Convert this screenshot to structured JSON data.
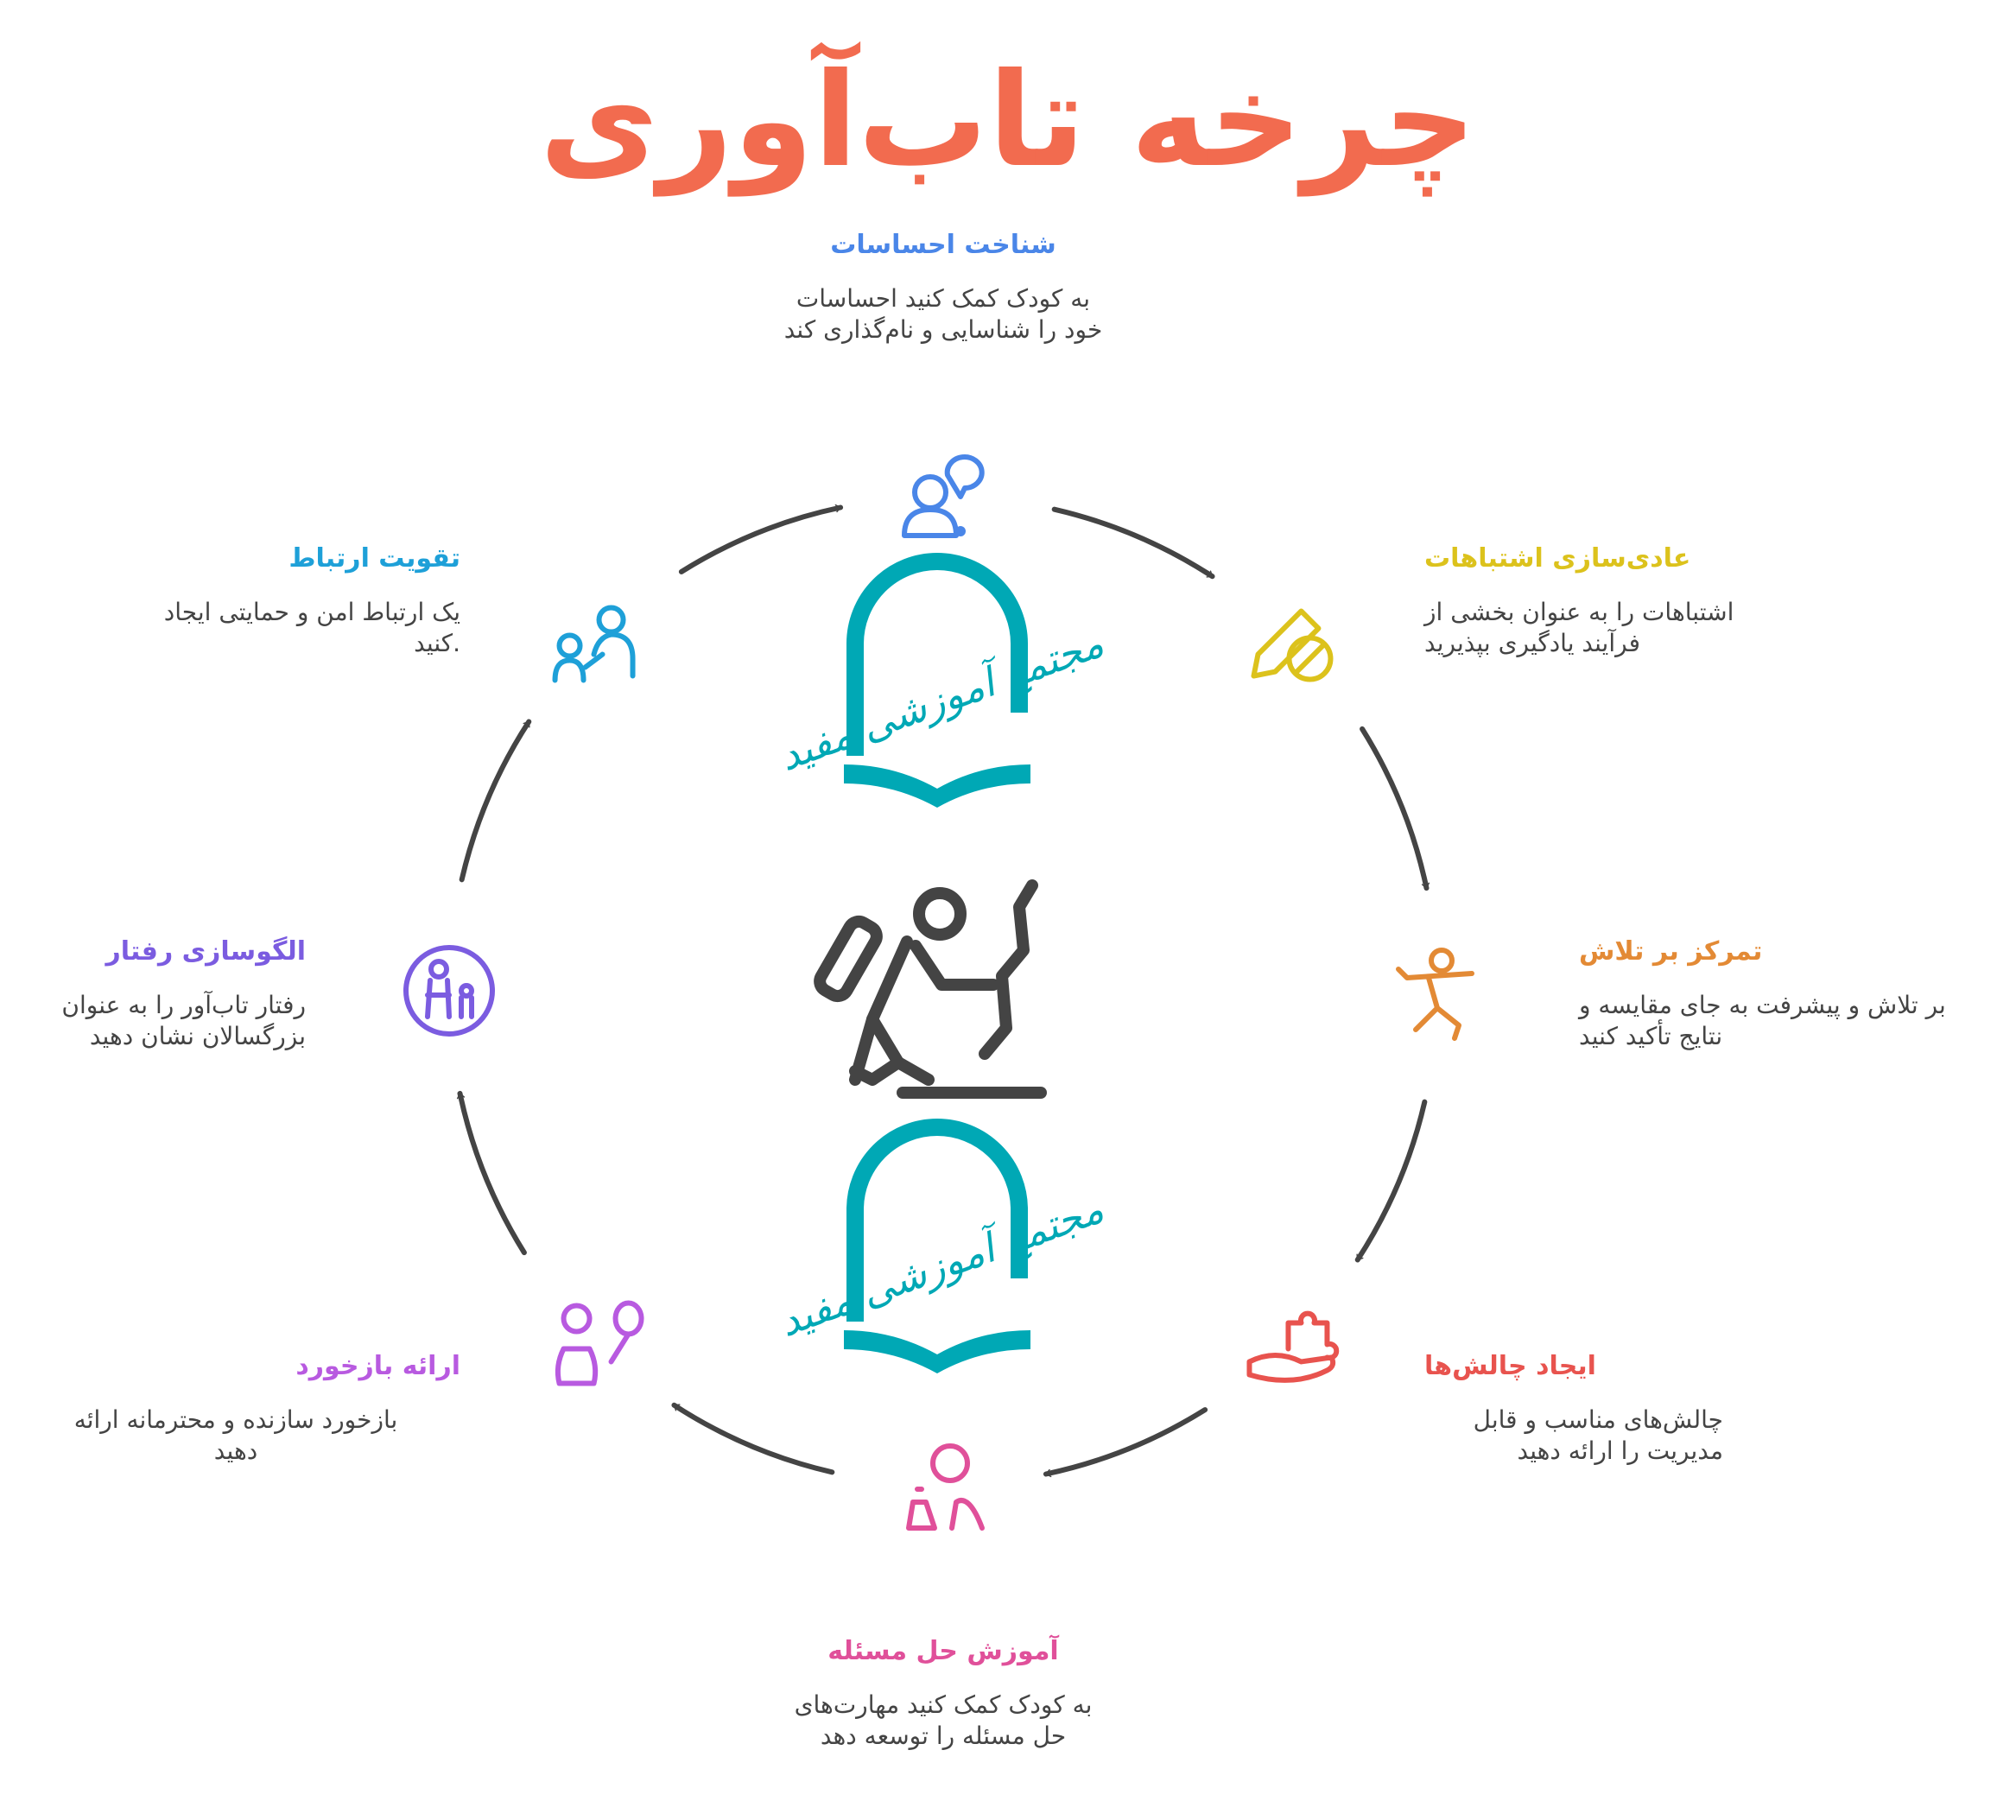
{
  "title": "چرخه تاب‌آوری",
  "logo_text": "مجتمع آموزشی مفید",
  "colors": {
    "title": "#f26b4f",
    "arrow": "#444444",
    "logo": "#00a8b5"
  },
  "steps": [
    {
      "title": "شناخت احساسات",
      "line1": "به کودک کمک کنید احساسات",
      "line2": "خود را شناسایی و نام‌گذاری کند",
      "color": "#4a86e8",
      "icon": "person-thought-bubble-icon"
    },
    {
      "title": "عادی‌سازی اشتباهات",
      "line1": "اشتباهات را به عنوان بخشی از",
      "line2": "فرآیند یادگیری بپذیرید",
      "color": "#dcc21c",
      "icon": "pencil-cancel-icon"
    },
    {
      "title": "تمرکز بر تلاش",
      "line1": "بر تلاش و پیشرفت به جای مقایسه و",
      "line2": "نتایج تأکید کنید",
      "color": "#e38a35",
      "icon": "running-child-icon"
    },
    {
      "title": "ایجاد چالش‌ها",
      "line1": "چالش‌های مناسب و قابل",
      "line2": "مدیریت را ارائه دهید",
      "color": "#e8534e",
      "icon": "hand-puzzle-icon"
    },
    {
      "title": "آموزش حل مسئله",
      "line1": "به کودک کمک کنید مهارت‌های",
      "line2": "حل مسئله را توسعه دهد",
      "color": "#e0509a",
      "icon": "child-science-flask-icon"
    },
    {
      "title": "ارائه بازخورد",
      "line1": "بازخورد سازنده و محترمانه ارائه",
      "line2": "دهید",
      "color": "#b85ae0",
      "icon": "child-balloon-icon"
    },
    {
      "title": "الگوسازی رفتار",
      "line1": "رفتار تاب‌آور را به عنوان",
      "line2": "بزرگسالان نشان دهید",
      "color": "#7b5ce0",
      "icon": "parent-child-icon"
    },
    {
      "title": "تقویت ارتباط",
      "line1": "یک ارتباط امن و حمایتی ایجاد",
      "line2": ".کنید",
      "color": "#1ea0d8",
      "icon": "parent-hug-child-icon"
    }
  ]
}
